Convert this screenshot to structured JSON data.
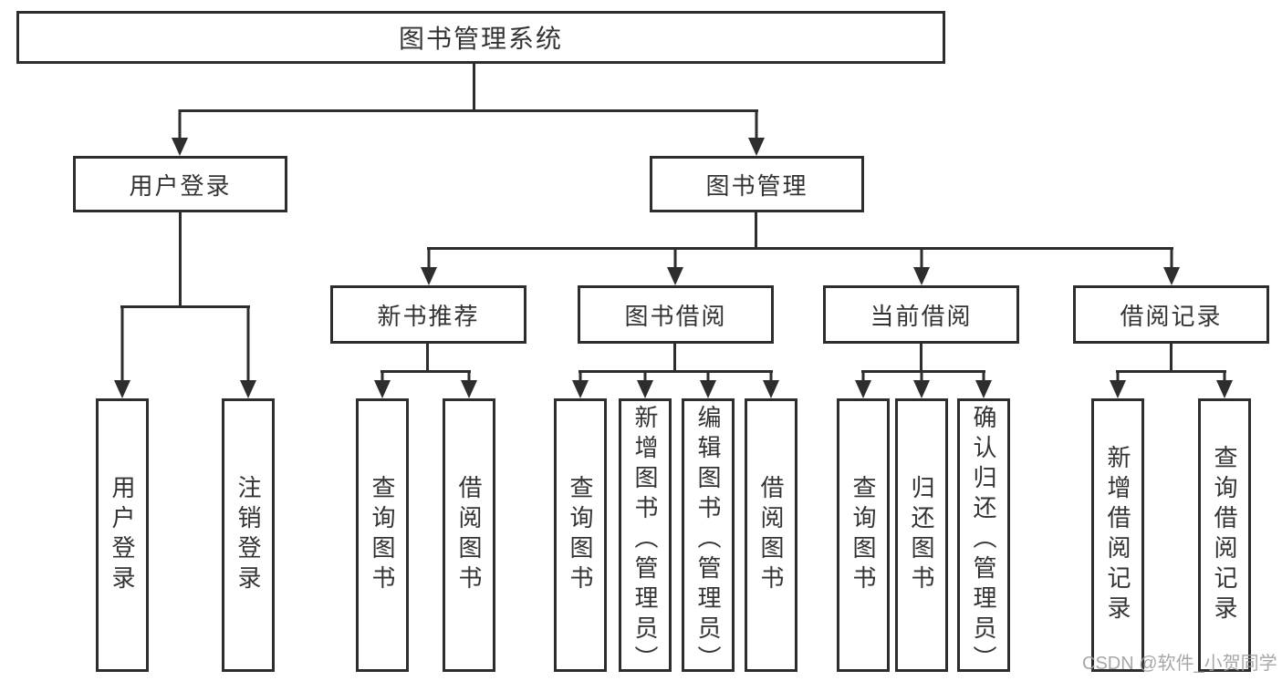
{
  "tree": {
    "label": "图书管理系统",
    "children": [
      {
        "label": "用户登录",
        "children": [
          {
            "label": "用户登录"
          },
          {
            "label": "注销登录"
          }
        ]
      },
      {
        "label": "图书管理",
        "children": [
          {
            "label": "新书推荐",
            "children": [
              {
                "label": "查询图书"
              },
              {
                "label": "借阅图书"
              }
            ]
          },
          {
            "label": "图书借阅",
            "children": [
              {
                "label": "查询图书"
              },
              {
                "label": "新增图书（管理员）"
              },
              {
                "label": "编辑图书（管理员）"
              },
              {
                "label": "借阅图书"
              }
            ]
          },
          {
            "label": "当前借阅",
            "children": [
              {
                "label": "查询图书"
              },
              {
                "label": "归还图书"
              },
              {
                "label": "确认归还（管理员）"
              }
            ]
          },
          {
            "label": "借阅记录",
            "children": [
              {
                "label": "新增借阅记录"
              },
              {
                "label": "查询借阅记录"
              }
            ]
          }
        ]
      }
    ]
  },
  "watermark": {
    "text": "CSDN @软件_小贺同学"
  },
  "colors": {
    "line": "#2d2d2d",
    "text": "#333333",
    "watermark": "#9e9e9e",
    "background": "#ffffff"
  }
}
